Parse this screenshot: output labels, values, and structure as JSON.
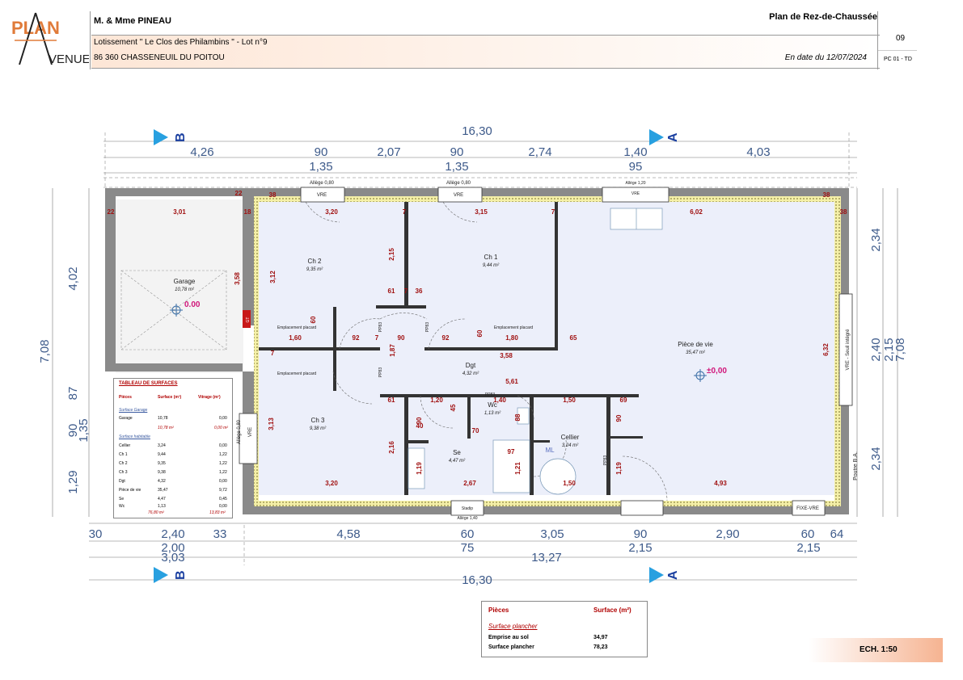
{
  "header": {
    "logo_text_1": "PLAN",
    "logo_text_2": "VENUE",
    "client": "M. & Mme PINEAU",
    "lot": "Lotissement \" Le Clos des Philambins \" - Lot n°9",
    "address": "86 360 CHASSENEUIL DU POITOU",
    "plan_title": "Plan de Rez-de-Chaussée",
    "date": "En date du 12/07/2024",
    "page_number": "09",
    "code": "PC 01 - TD"
  },
  "scale": "ECH. 1:50",
  "section_marks": {
    "b": "B",
    "a": "A"
  },
  "dims": {
    "total_top": "16,30",
    "total_bottom": "16,30",
    "top_row": [
      "4,26",
      "90",
      "2,07",
      "90",
      "2,74",
      "1,40",
      "4,03"
    ],
    "top_row2": [
      "1,35",
      "1,35",
      "95"
    ],
    "bottom_row": [
      "30",
      "2,40",
      "33",
      "4,58",
      "60",
      "3,05",
      "90",
      "2,90",
      "60",
      "64"
    ],
    "bottom_row2": [
      "2,00",
      "75",
      "2,15"
    ],
    "bottom_row3": [
      "3,03",
      "13,27",
      "2,15"
    ],
    "left_col": [
      "4,02",
      "87",
      "90",
      "1,29"
    ],
    "left_total": "7,08",
    "left_135": "1,35",
    "right_col": [
      "2,34",
      "2,40",
      "2,34"
    ],
    "right_col2": "2,15",
    "right_total": "7,08"
  },
  "rooms": [
    {
      "name": "Garage",
      "area": "10,78 m²",
      "level": "0.00"
    },
    {
      "name": "Ch 2",
      "area": "9,35 m²"
    },
    {
      "name": "Ch 1",
      "area": "9,44 m²"
    },
    {
      "name": "Pièce de vie",
      "area": "35,47 m²",
      "level": "±0,00"
    },
    {
      "name": "Dgt",
      "area": "4,32 m²"
    },
    {
      "name": "Wc",
      "area": "1,13 m²"
    },
    {
      "name": "Cellier",
      "area": "3,24 m²"
    },
    {
      "name": "Ch 3",
      "area": "9,38 m²"
    },
    {
      "name": "Se",
      "area": "4,47 m²"
    }
  ],
  "labels": {
    "allege_080_top": "Allège 0,80",
    "allege_080_top2": "Allège 0,80",
    "allege_120": "Allège 1,20",
    "allege_080_left": "Allège 0,80",
    "allege_140": "Allège 1,40",
    "vre": "VRE",
    "vre_seuil": "VRE - Seuil intégré",
    "fixe_vre": "FIXE-VRE",
    "poutre": "Poutre B.A.",
    "stadip": "Stadip",
    "placard": "Emplacement placard",
    "pp83": "PP83",
    "ml": "ML",
    "gt": "GT"
  },
  "interior_dims": [
    "3,01",
    "3,20",
    "3,15",
    "6,02",
    "22",
    "18",
    "22",
    "38",
    "38",
    "38",
    "7",
    "7",
    "7",
    "2,15",
    "3,12",
    "3,58",
    "61",
    "7",
    "36",
    "1,60",
    "92",
    "90",
    "92",
    "1,80",
    "65",
    "60",
    "60",
    "7",
    "1,87",
    "3,58",
    "5,61",
    "6,32",
    "61",
    "1,20",
    "45",
    "1,40",
    "1,50",
    "69",
    "90",
    "40",
    "88",
    "70",
    "97",
    "1,21",
    "1,19",
    "1,19",
    "2,16",
    "3,13",
    "3,20",
    "2,67",
    "1,50",
    "4,93",
    "90"
  ],
  "table_pieces": {
    "head": [
      "Pièces",
      "Surface (m²)"
    ],
    "section": "Surface plancher",
    "rows": [
      [
        "Emprise au sol",
        "34,97"
      ],
      [
        "Surface plancher",
        "78,23"
      ]
    ]
  },
  "table_surfaces": {
    "title": "TABLEAU DE SURFACES",
    "head": [
      "Pièces",
      "Surface (m²)",
      "Vitrage (m²)"
    ],
    "group1": "Surface Garage",
    "garage": [
      "Garage",
      "10,78",
      "0,00"
    ],
    "garage_total": [
      "10,78 m²",
      "0,00 m²"
    ],
    "group2": "Surface habitable",
    "rows": [
      [
        "Cellier",
        "3,24",
        "0,00"
      ],
      [
        "Ch 1",
        "9,44",
        "1,22"
      ],
      [
        "Ch 2",
        "9,35",
        "1,22"
      ],
      [
        "Ch 3",
        "9,38",
        "1,22"
      ],
      [
        "Dgt",
        "4,32",
        "0,00"
      ],
      [
        "Pièce de vie",
        "35,47",
        "9,72"
      ],
      [
        "Se",
        "4,47",
        "0,45"
      ],
      [
        "Wc",
        "1,13",
        "0,00"
      ]
    ],
    "total": [
      "76,80 m²",
      "13,83 m²"
    ]
  }
}
